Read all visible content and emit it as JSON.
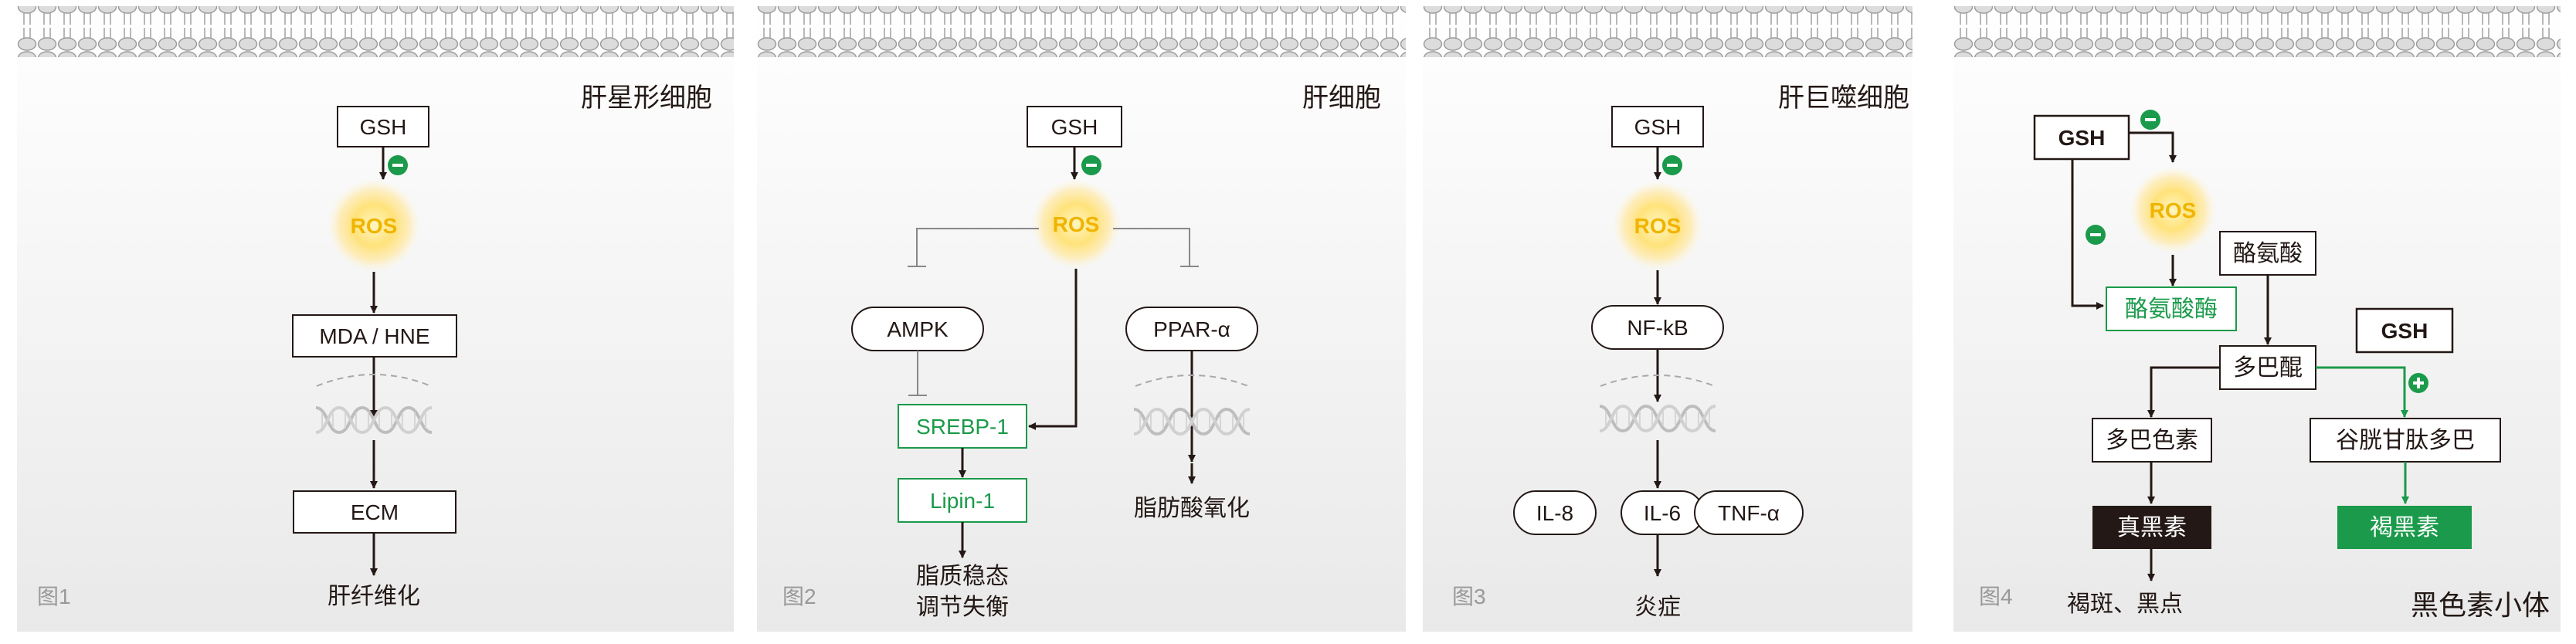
{
  "colors": {
    "green": "#1a9a4a",
    "gold": "#f0b400",
    "dark": "#231815",
    "panel_top": "#ffffff",
    "panel_bottom": "#ebebeb",
    "membrane_fill": "#dcdcdc",
    "membrane_stroke": "#9a9a9a"
  },
  "panels": [
    {
      "title": "肝星形细胞",
      "figure_label": "图1",
      "gsh": "GSH",
      "ros": "ROS",
      "mda_hne": "MDA / HNE",
      "ecm": "ECM",
      "outcome": "肝纤维化"
    },
    {
      "title": "肝细胞",
      "figure_label": "图2",
      "gsh": "GSH",
      "ros": "ROS",
      "ampk": "AMPK",
      "ppar": "PPAR-α",
      "srebp": "SREBP-1",
      "lipin": "Lipin-1",
      "outcome_line1": "脂质稳态",
      "outcome_line2": "调节失衡",
      "outcome_right": "脂肪酸氧化"
    },
    {
      "title": "肝巨噬细胞",
      "figure_label": "图3",
      "gsh": "GSH",
      "ros": "ROS",
      "nfkb": "NF-kB",
      "il8": "IL-8",
      "il6": "IL-6",
      "tnf": "TNF-α",
      "outcome": "炎症"
    },
    {
      "title": "黑色素小体",
      "figure_label": "图4",
      "gsh_top": "GSH",
      "ros": "ROS",
      "tyrosine": "酪氨酸",
      "tyrosinase": "酪氨酸酶",
      "gsh_right": "GSH",
      "dopaquinone": "多巴醌",
      "dopachrome": "多巴色素",
      "glutathionyl_dopa": "谷胱甘肽多巴",
      "eumelanin": "真黑素",
      "pheomelanin": "褐黑素",
      "outcome": "褐斑、黑点"
    }
  ]
}
